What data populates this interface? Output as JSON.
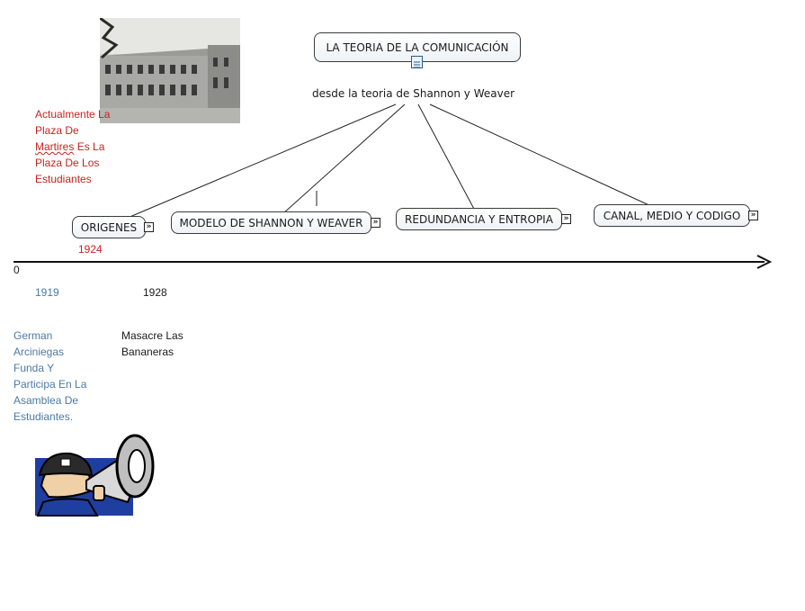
{
  "diagram": {
    "root": {
      "label": "LA TEORIA DE LA COMUNICACIÓN"
    },
    "link_phrase": "desde la teoria de Shannon y Weaver",
    "children": [
      {
        "label": "ORIGENES"
      },
      {
        "label": "MODELO DE SHANNON Y WEAVER"
      },
      {
        "label": "REDUNDANCIA Y ENTROPIA"
      },
      {
        "label": "CANAL, MEDIO Y CODIGO"
      }
    ],
    "expand_glyph": "»"
  },
  "timeline": {
    "start_label": "0",
    "year_1924": "1924",
    "year_1919": "1919",
    "year_1928": "1928"
  },
  "notes": {
    "plaza_lines": [
      "Actualmente La",
      "Plaza De",
      "Martires",
      "Es La",
      "Plaza De Los",
      "Estudiantes"
    ],
    "arciniegas_lines": [
      "German",
      "Arciniegas",
      "Funda Y",
      "Participa En La",
      "Asamblea De",
      "Estudiantes."
    ],
    "masacre_lines": [
      "Masacre Las",
      "Bananeras"
    ]
  },
  "colors": {
    "red_text": "#cc1f1f",
    "blue_text": "#4a7aa7",
    "node_border": "#3a3a3a"
  },
  "icons": {
    "root_resource": "document-icon",
    "expand": "expand-chevrons-icon",
    "photo": "building-photo",
    "clipart": "megaphone-man-clipart"
  }
}
